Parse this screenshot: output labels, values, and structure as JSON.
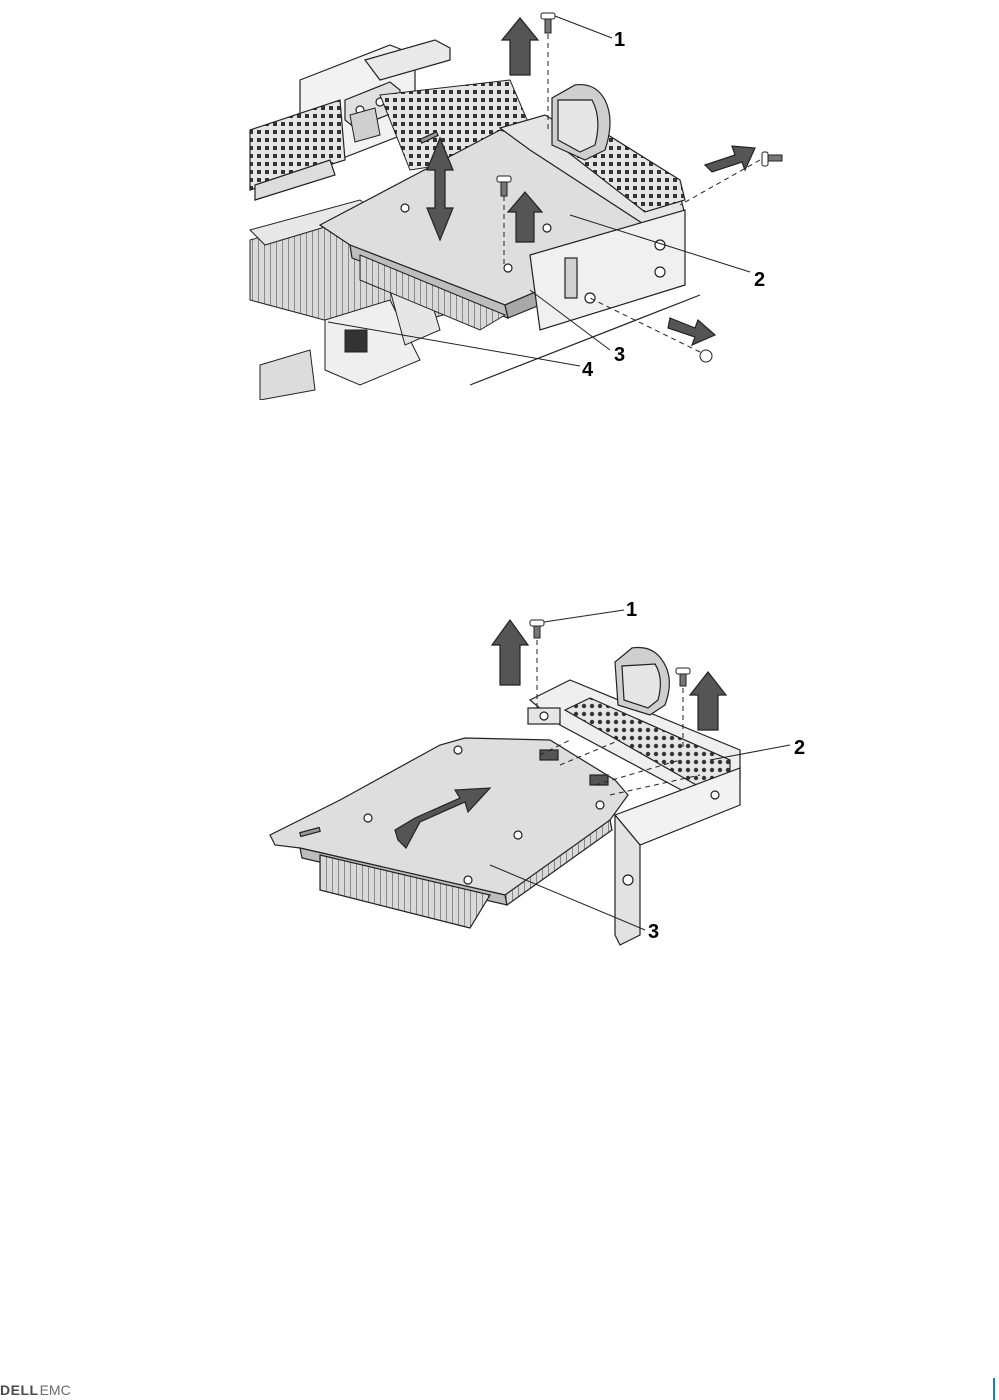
{
  "figure1": {
    "callouts": [
      "1",
      "2",
      "3",
      "4"
    ]
  },
  "figure2": {
    "callouts": [
      "1",
      "2",
      "3"
    ]
  },
  "footer": {
    "brand_dell": "DELL",
    "brand_emc": "EMC",
    "accent_color": "#1f7fb6"
  }
}
